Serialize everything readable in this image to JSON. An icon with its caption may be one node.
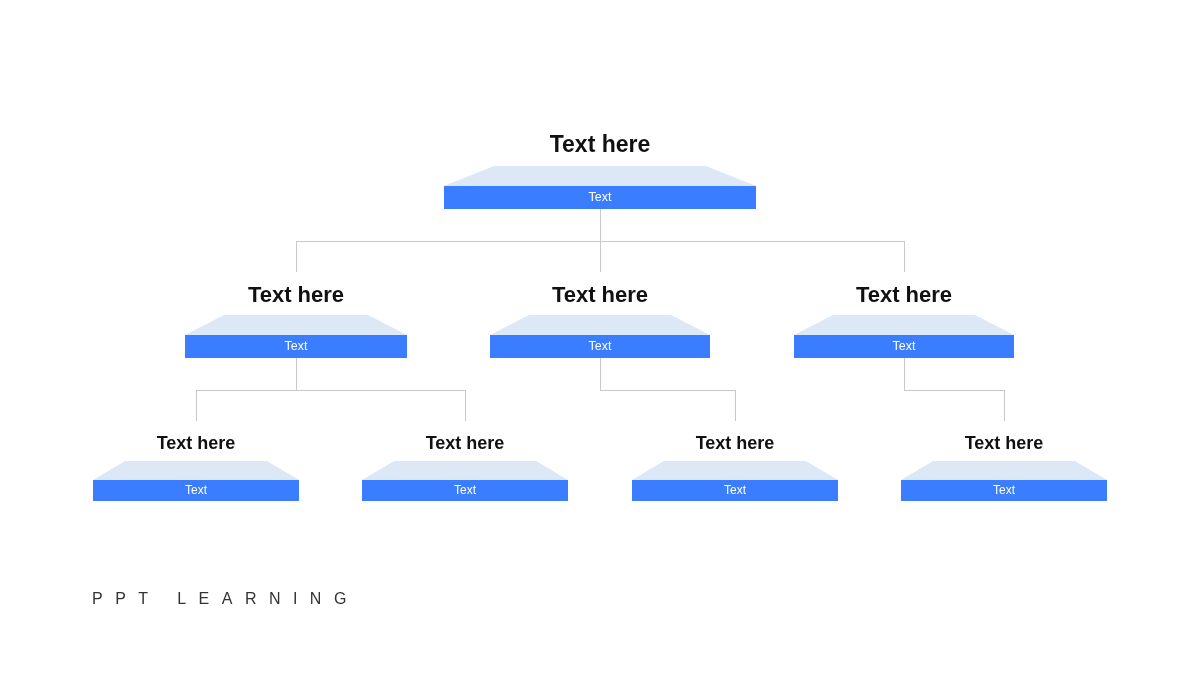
{
  "diagram": {
    "nodes": [
      {
        "text": [
          "Text here",
          "Text"
        ]
      },
      {
        "text": [
          "Text here",
          "Text"
        ]
      },
      {
        "text": [
          "Text here",
          "Text"
        ]
      },
      {
        "text": [
          "Text here",
          "Text"
        ]
      },
      {
        "text": [
          "Text here",
          "Text"
        ]
      },
      {
        "text": [
          "Text here",
          "Text"
        ]
      },
      {
        "text": [
          "Text here",
          "Text"
        ]
      },
      {
        "text": [
          "Text here",
          "Text"
        ]
      }
    ],
    "edges": [
      {
        "from": 0,
        "to": 1,
        "arrow": "none"
      },
      {
        "from": 0,
        "to": 2,
        "arrow": "none"
      },
      {
        "from": 0,
        "to": 3,
        "arrow": "none"
      },
      {
        "from": 1,
        "to": 4,
        "arrow": "none"
      },
      {
        "from": 1,
        "to": 5,
        "arrow": "none"
      },
      {
        "from": 2,
        "to": 6,
        "arrow": "none"
      },
      {
        "from": 3,
        "to": 7,
        "arrow": "none"
      }
    ],
    "labels": [
      "PPT LEARNING"
    ]
  }
}
